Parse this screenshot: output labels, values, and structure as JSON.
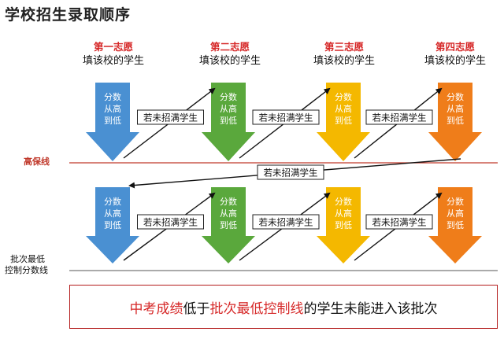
{
  "title": "学校招生录取顺序",
  "wishes": [
    {
      "name": "第一志愿",
      "desc": "填该校的学生",
      "color": "#4a90d2"
    },
    {
      "name": "第二志愿",
      "desc": "填该校的学生",
      "color": "#5aa83c"
    },
    {
      "name": "第三志愿",
      "desc": "填该校的学生",
      "color": "#f4b800"
    },
    {
      "name": "第四志愿",
      "desc": "填该校的学生",
      "color": "#ef7d1a"
    }
  ],
  "arrow_text": [
    "分数",
    "从高",
    "到低"
  ],
  "transition_label": "若未招满学生",
  "high_line_label": "高保线",
  "batch_line_label": [
    "批次最低",
    "控制分数线"
  ],
  "bottom_note": {
    "part1": "中考成绩",
    "part2": "低于",
    "part3": "批次最低控制线",
    "part4": "的学生未能进入该批次"
  },
  "colors": {
    "high_line": "#c0392b",
    "batch_line": "#555555",
    "accent": "#d62828"
  }
}
